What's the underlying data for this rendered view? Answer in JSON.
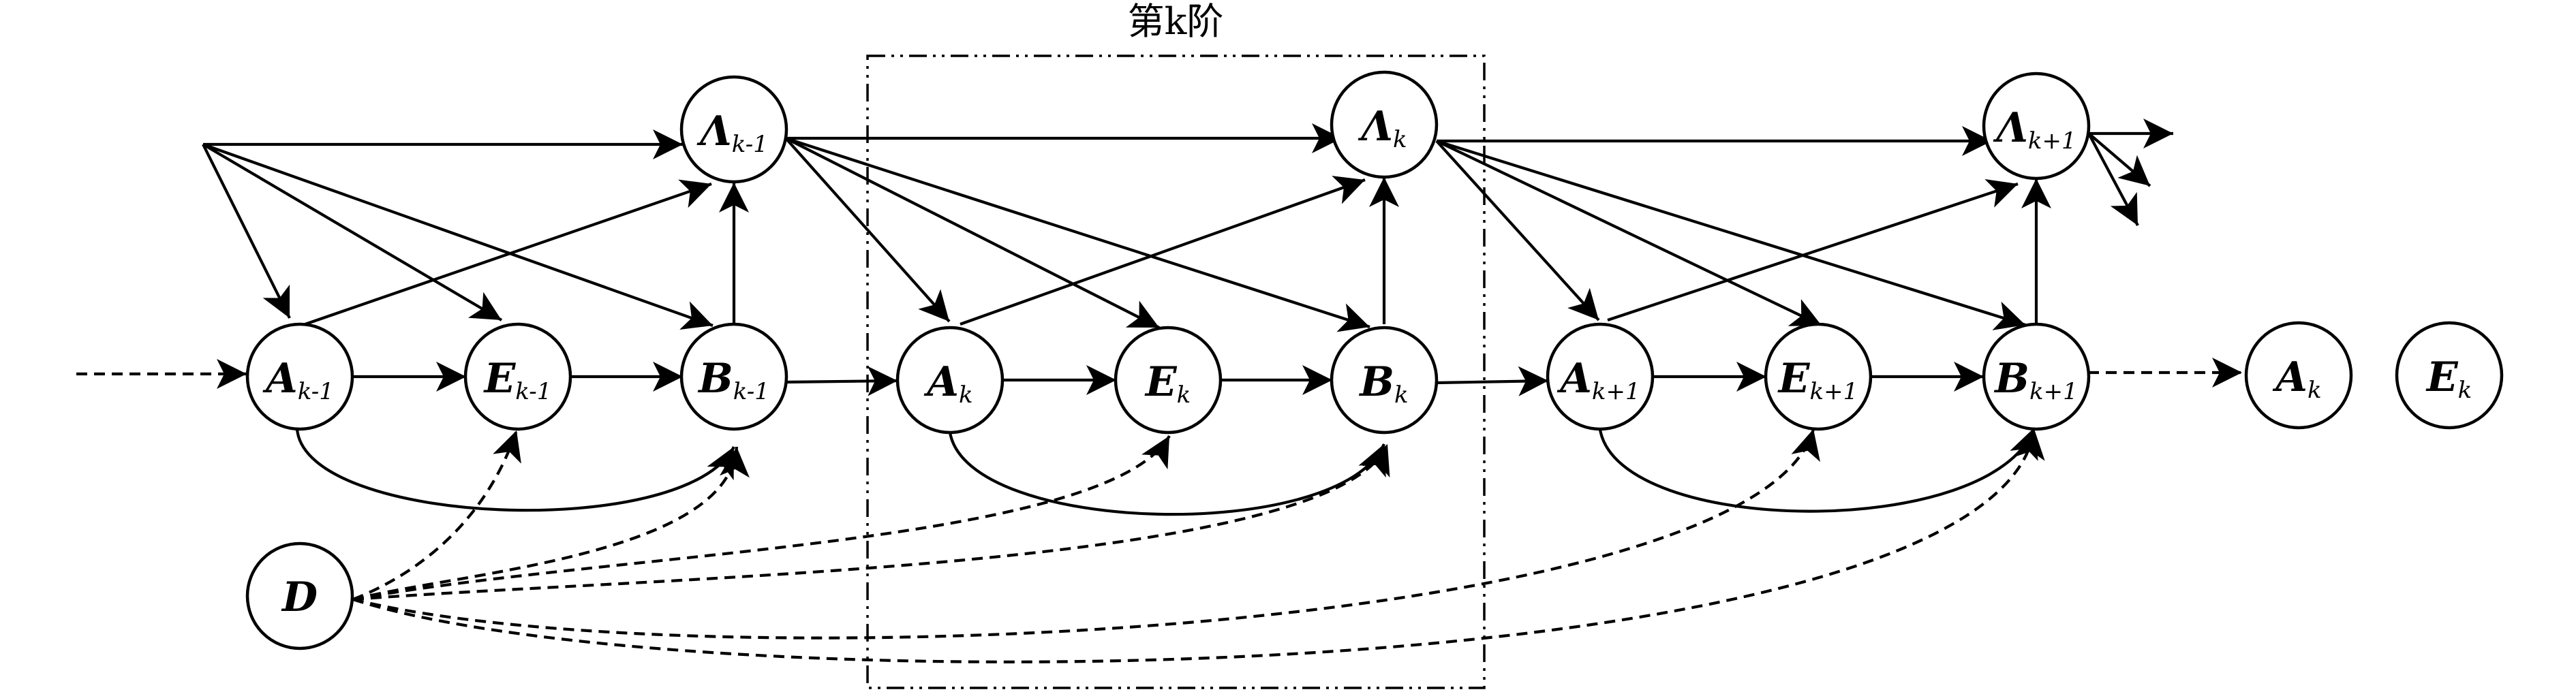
{
  "stage_label": "第k阶",
  "nodes": {
    "lam_km1": {
      "main": "Λ",
      "sub": "k-1"
    },
    "lam_k": {
      "main": "Λ",
      "sub": "k"
    },
    "lam_kp1": {
      "main": "Λ",
      "sub": "k+1"
    },
    "a_km1": {
      "main": "A",
      "sub": "k-1"
    },
    "e_km1": {
      "main": "E",
      "sub": "k-1"
    },
    "b_km1": {
      "main": "B",
      "sub": "k-1"
    },
    "a_k": {
      "main": "A",
      "sub": "k"
    },
    "e_k": {
      "main": "E",
      "sub": "k"
    },
    "b_k": {
      "main": "B",
      "sub": "k"
    },
    "a_kp1": {
      "main": "A",
      "sub": "k+1"
    },
    "e_kp1": {
      "main": "E",
      "sub": "k+1"
    },
    "b_kp1": {
      "main": "B",
      "sub": "k+1"
    },
    "d": {
      "main": "D",
      "sub": ""
    },
    "legend_a": {
      "main": "A",
      "sub": "k"
    },
    "legend_e": {
      "main": "E",
      "sub": "k"
    }
  }
}
